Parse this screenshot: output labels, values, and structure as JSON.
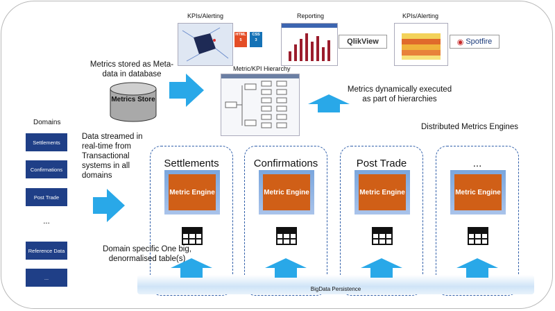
{
  "diagram": {
    "kpi_left_label": "KPIs/Alerting",
    "reporting_label": "Reporting",
    "kpi_right_label": "KPIs/Alerting",
    "html5_badge": "HTML",
    "css3_badge": "CSS",
    "qlikview_logo": "QlikView",
    "spotfire_logo": "Spotfire",
    "metrics_stored_text": "Metrics stored as Meta-data in database",
    "metrics_store_label": "Metrics Store",
    "hierarchy_title": "Metric/KPI Hierarchy",
    "metrics_executed_text": "Metrics dynamically executed as part of hierarchies",
    "distributed_engines_text": "Distributed Metrics Engines",
    "domains_title": "Domains",
    "domains": [
      "Settlements",
      "Confirmations",
      "Post Trade",
      "...",
      "Reference Data",
      "..."
    ],
    "streamed_text": "Data streamed in real-time from Transactional systems in all domains",
    "engines": [
      {
        "title": "Settlements",
        "card": "Metric Engine"
      },
      {
        "title": "Confirmations",
        "card": "Metric Engine"
      },
      {
        "title": "Post Trade",
        "card": "Metric Engine"
      },
      {
        "title": "...",
        "card": "Metric Engine"
      }
    ],
    "domain_table_text": "Domain specific One big, denormalised table(s)",
    "bigdata_label": "BigData Persistence",
    "colors": {
      "domain_box": "#1f3f87",
      "engine_inner": "#d05f17",
      "arrow": "#29a8e8",
      "panel_border": "#2e5da8"
    }
  }
}
